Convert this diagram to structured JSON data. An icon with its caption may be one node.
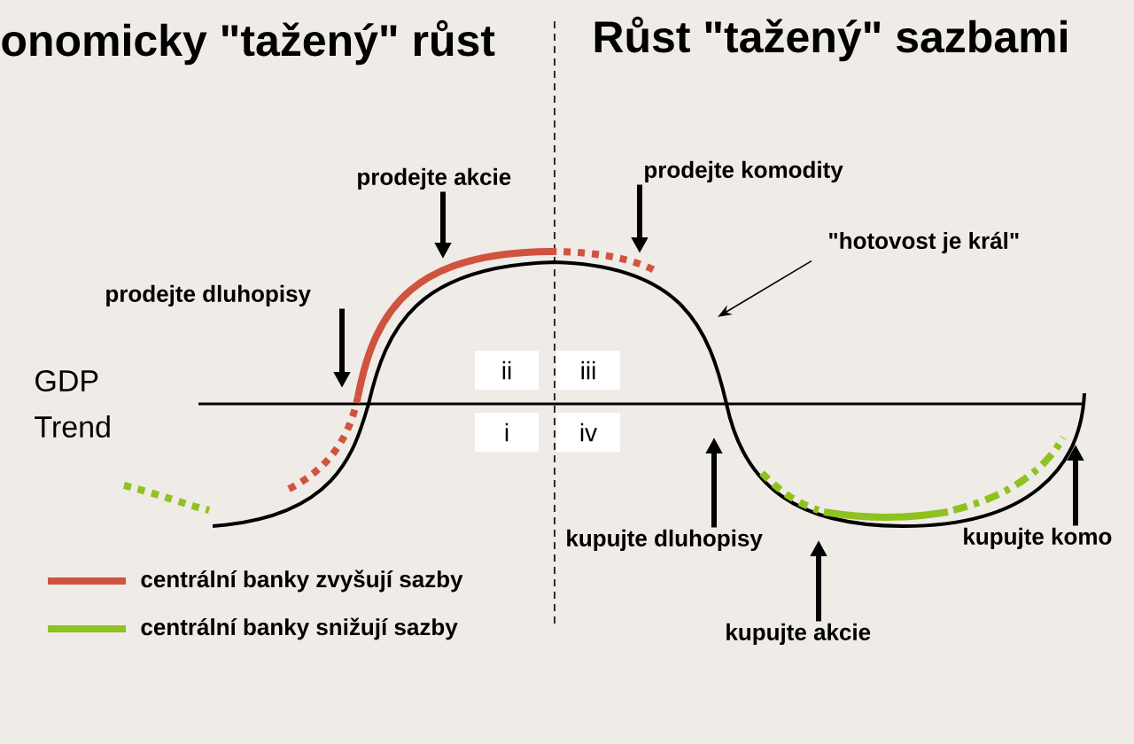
{
  "diagram": {
    "nodes": [
      {
        "text": [
          "prodejte akcie"
        ]
      },
      {
        "text": [
          "prodejte dluhopisy"
        ]
      },
      {
        "text": [
          "prodejte komodity"
        ]
      },
      {
        "text": [
          "\"hotovost je král\""
        ]
      },
      {
        "text": [
          "kupujte dluhopisy"
        ]
      },
      {
        "text": [
          "kupujte akcie"
        ]
      },
      {
        "text": [
          "kupujte komo"
        ]
      },
      {
        "text": [
          "ii"
        ]
      },
      {
        "text": [
          "iii"
        ]
      },
      {
        "text": [
          "i"
        ]
      },
      {
        "text": [
          "iv"
        ]
      }
    ],
    "edges": [
      {
        "from": 0,
        "to": null,
        "arrow": "to"
      },
      {
        "from": 1,
        "to": null,
        "arrow": "to"
      },
      {
        "from": 2,
        "to": null,
        "arrow": "to"
      },
      {
        "from": 3,
        "to": null,
        "arrow": "to"
      },
      {
        "from": 4,
        "to": null,
        "arrow": "to"
      },
      {
        "from": 5,
        "to": null,
        "arrow": "to"
      },
      {
        "from": 6,
        "to": null,
        "arrow": "to"
      }
    ],
    "labels": [
      "onomicky \"tažený\" růst",
      "Růst \"tažený\" sazbami",
      "GDP Trend"
    ],
    "legend": [
      {
        "text": "centrální banky zvyšují sazby",
        "color": "#d0533f"
      },
      {
        "text": "centrální banky snižují sazby",
        "color": "#8dc21f"
      }
    ]
  }
}
